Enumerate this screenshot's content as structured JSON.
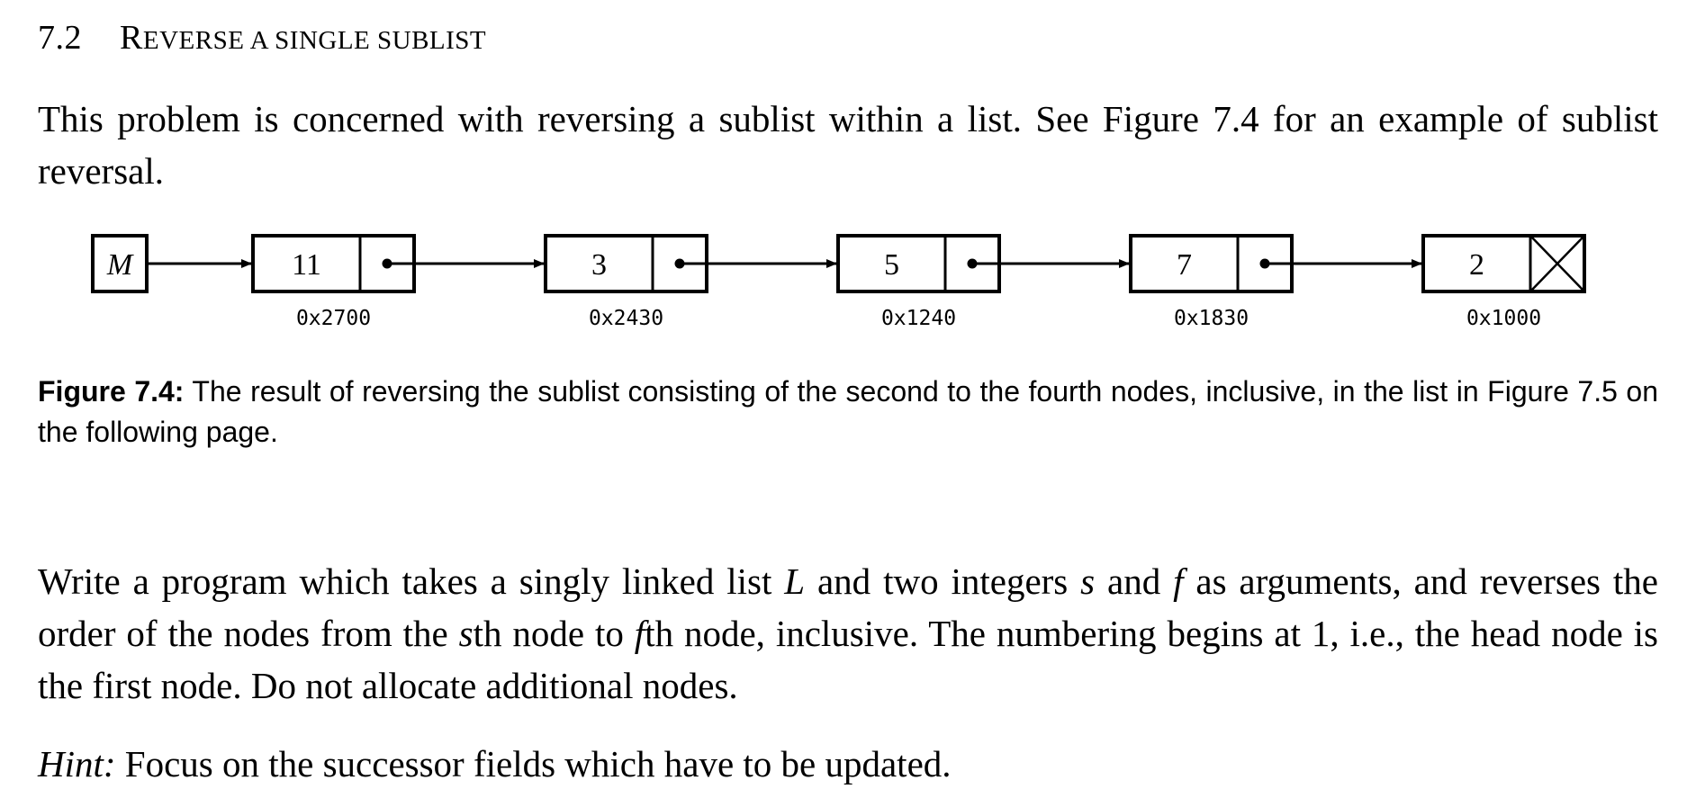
{
  "section": {
    "number": "7.2",
    "title_cap1": "R",
    "title_rest1": "EVERSE A SINGLE SUBLIST"
  },
  "intro": "This problem is concerned with reversing a sublist within a list. See Figure 7.4 for an example of sublist reversal.",
  "figure": {
    "head_label": "M",
    "nodes": [
      {
        "value": "11",
        "address": "0x2700"
      },
      {
        "value": "3",
        "address": "0x2430"
      },
      {
        "value": "5",
        "address": "0x1240"
      },
      {
        "value": "7",
        "address": "0x1830"
      },
      {
        "value": "2",
        "address": "0x1000"
      }
    ],
    "caption_label": "Figure 7.4:",
    "caption_text": " The result of reversing the sublist consisting of the second to the fourth nodes, inclusive, in the list in Figure 7.5 on the following page."
  },
  "problem": {
    "p1": "Write a program which takes a singly linked list ",
    "var_L": "L",
    "p2": " and two integers ",
    "var_s": "s",
    "p3": " and ",
    "var_f": "f",
    "p4": " as arguments, and reverses the order of the nodes from the ",
    "var_s2": "s",
    "p5": "th node to ",
    "var_f2": "f",
    "p6": "th node, inclusive. The numbering begins at 1, i.e., the head node is the first node. Do not allocate additional nodes."
  },
  "hint": {
    "label": "Hint:",
    "text": " Focus on the successor fields which have to be updated."
  }
}
